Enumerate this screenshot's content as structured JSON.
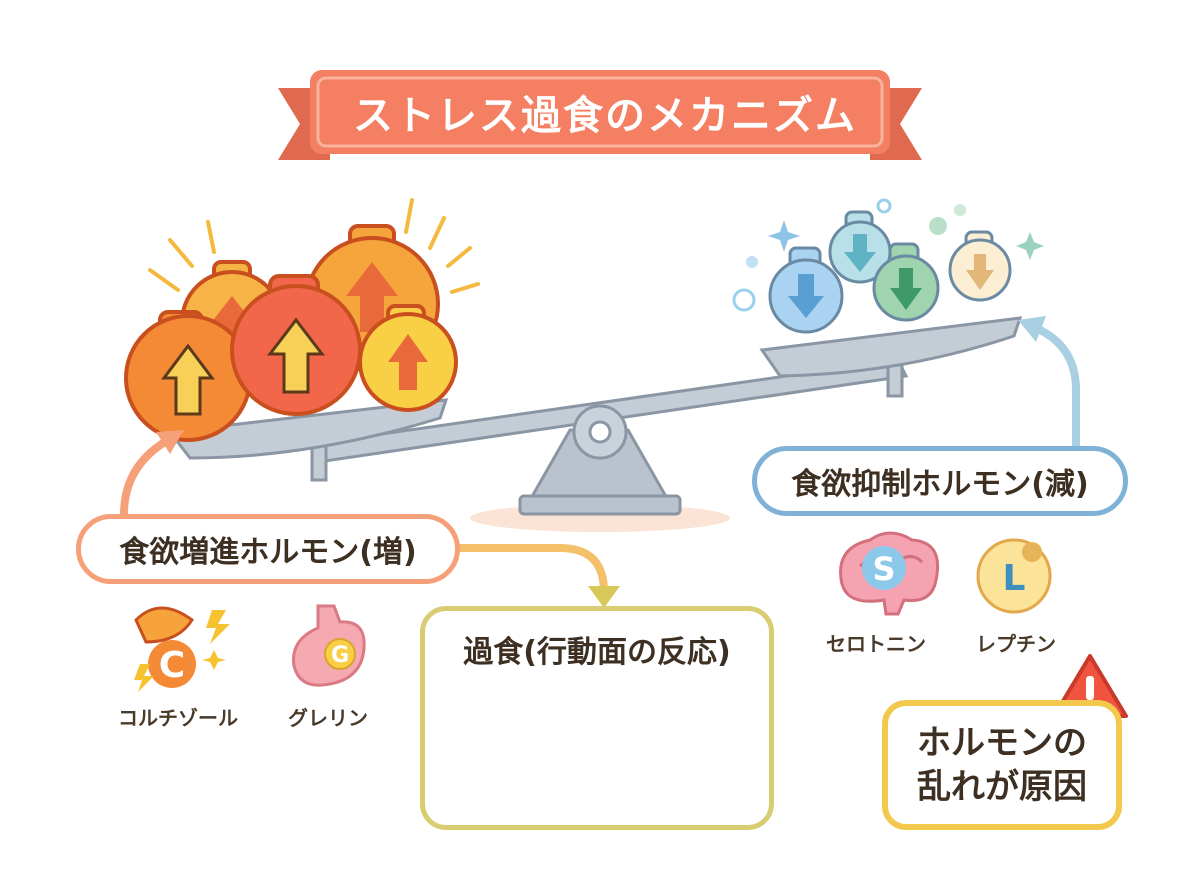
{
  "title": "ストレス過食のメカニズム",
  "increase_label": "食欲増進ホルモン(増)",
  "decrease_label": "食欲抑制ホルモン(減)",
  "hormones_increase": [
    {
      "name": "コルチゾール",
      "letter": "C"
    },
    {
      "name": "グレリン",
      "letter": "G"
    }
  ],
  "hormones_decrease": [
    {
      "name": "セロトニン",
      "letter": "S"
    },
    {
      "name": "レプチン",
      "letter": "L"
    }
  ],
  "overeating_title": "過食(行動面の反応)",
  "cause": {
    "line1": "ホルモンの",
    "line2": "乱れが原因"
  },
  "colors": {
    "banner": "#f47f62",
    "banner_dark": "#e06a50",
    "increase": "#f6a07a",
    "decrease": "#7fb2d6",
    "overeating": "#d8cd72",
    "warning": "#f2c94c",
    "scale": "#a9b4c1"
  }
}
